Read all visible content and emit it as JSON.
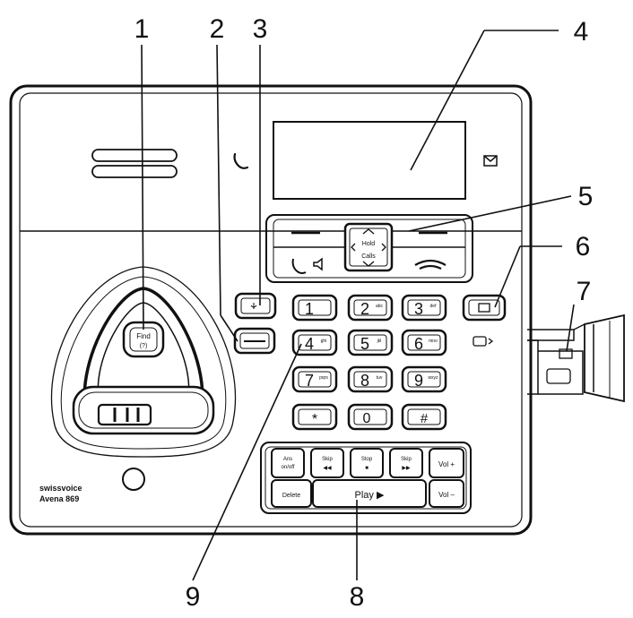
{
  "callouts": [
    "1",
    "2",
    "3",
    "4",
    "5",
    "6",
    "7",
    "8",
    "9"
  ],
  "handset_key": {
    "line1": "Find",
    "line2": "(?)"
  },
  "nav_key": {
    "top": "Hold",
    "bottom": "Calls"
  },
  "brand": {
    "line1": "swissvoice",
    "line2": "Avena 869"
  },
  "keypad": [
    {
      "digit": "1",
      "sub": ""
    },
    {
      "digit": "2",
      "sub": "abc"
    },
    {
      "digit": "3",
      "sub": "def"
    },
    {
      "digit": "4",
      "sub": "ghi"
    },
    {
      "digit": "5",
      "sub": "jkl"
    },
    {
      "digit": "6",
      "sub": "mno"
    },
    {
      "digit": "7",
      "sub": "pqrs"
    },
    {
      "digit": "8",
      "sub": "tuv"
    },
    {
      "digit": "9",
      "sub": "wxyz"
    },
    {
      "digit": "*",
      "sub": ""
    },
    {
      "digit": "0",
      "sub": ""
    },
    {
      "digit": "#",
      "sub": ""
    }
  ],
  "answering": {
    "ans_onoff": {
      "line1": "Ans",
      "line2": "on/off"
    },
    "skip_back": {
      "line1": "Skip",
      "line2": "◀◀"
    },
    "stop": {
      "line1": "Stop",
      "line2": "■"
    },
    "skip_fwd": {
      "line1": "Skip",
      "line2": "▶▶"
    },
    "vol_up": "Vol +",
    "delete": "Delete",
    "play": "Play ▶",
    "vol_down": "Vol –"
  }
}
